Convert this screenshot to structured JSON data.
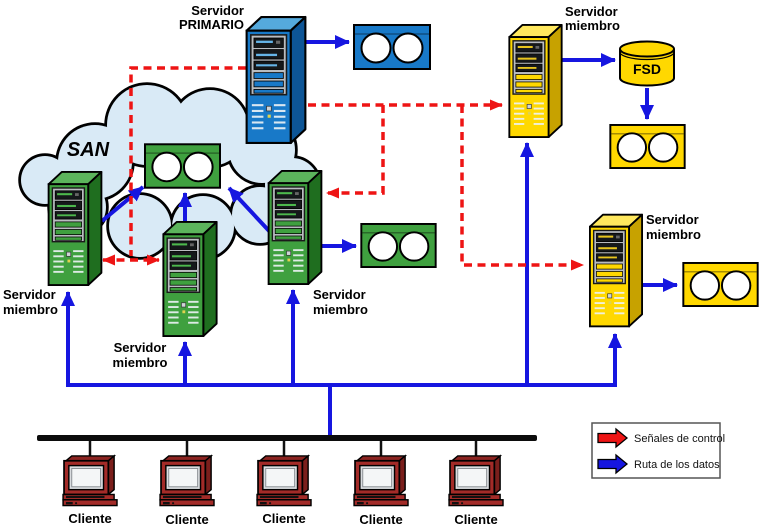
{
  "labels": {
    "san": "SAN",
    "fsd": "FSD"
  },
  "servers": {
    "primary": {
      "line1": "Servidor",
      "line2": "PRIMARIO"
    },
    "member_left": {
      "line1": "Servidor",
      "line2": "miembro"
    },
    "member_middle": {
      "line1": "Servidor",
      "line2": "miembro"
    },
    "member_right": {
      "line1": "Servidor",
      "line2": "miembro"
    },
    "member_yellow_top": {
      "line1": "Servidor",
      "line2": "miembro"
    },
    "member_yellow_bottom": {
      "line1": "Servidor",
      "line2": "miembro"
    }
  },
  "clients": {
    "labels": [
      "Cliente",
      "Cliente",
      "Cliente",
      "Cliente",
      "Cliente"
    ]
  },
  "legend": {
    "control_label": "Señales de control",
    "data_label": "Ruta de los datos"
  },
  "colors": {
    "primary_server_blue": "#1879c8",
    "member_server_green": "#3fa03f",
    "member_server_yellow": "#ffd800",
    "client_red": "#a32b28",
    "control_signal_red": "#ee1414",
    "data_route_blue": "#1616e0",
    "san_cloud_fill": "#d9eaf6"
  }
}
